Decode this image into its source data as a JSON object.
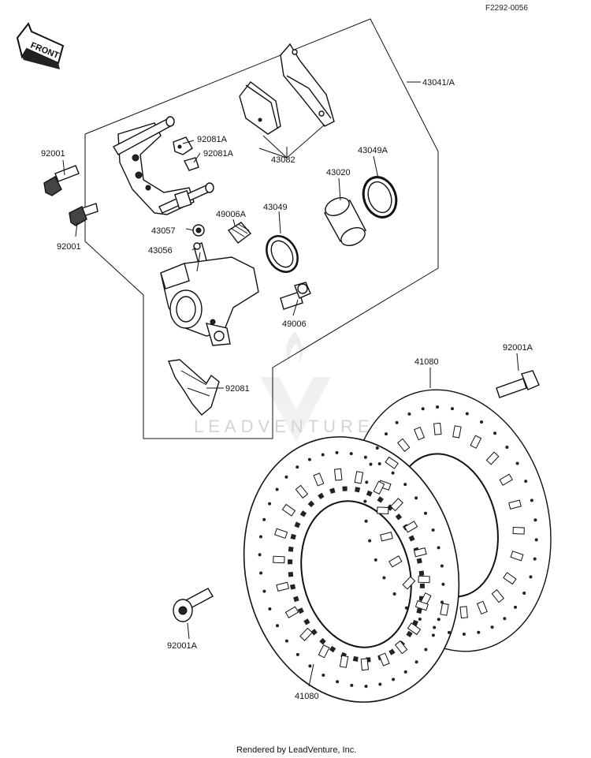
{
  "diagram_code": "F2292-0056",
  "front_arrow": "FRONT",
  "watermark": "LEADVENTURE",
  "footer": "Rendered by LeadVenture, Inc.",
  "parts": {
    "assembly": "43041/A",
    "pads": "43082",
    "piston_seal_a": "43049A",
    "piston": "43020",
    "piston_seal": "43049",
    "boot": "49006A",
    "pin_bolt": "49006",
    "bolt_top": "92001",
    "bolt_mid": "92001",
    "spring_1": "92081A",
    "spring_2": "92081A",
    "cap": "43057",
    "bleed_valve": "43056",
    "pad_spring": "92081",
    "disc_rear": "41080",
    "disc_front": "41080",
    "disc_bolt_right": "92001A",
    "disc_bolt_left": "92001A"
  }
}
